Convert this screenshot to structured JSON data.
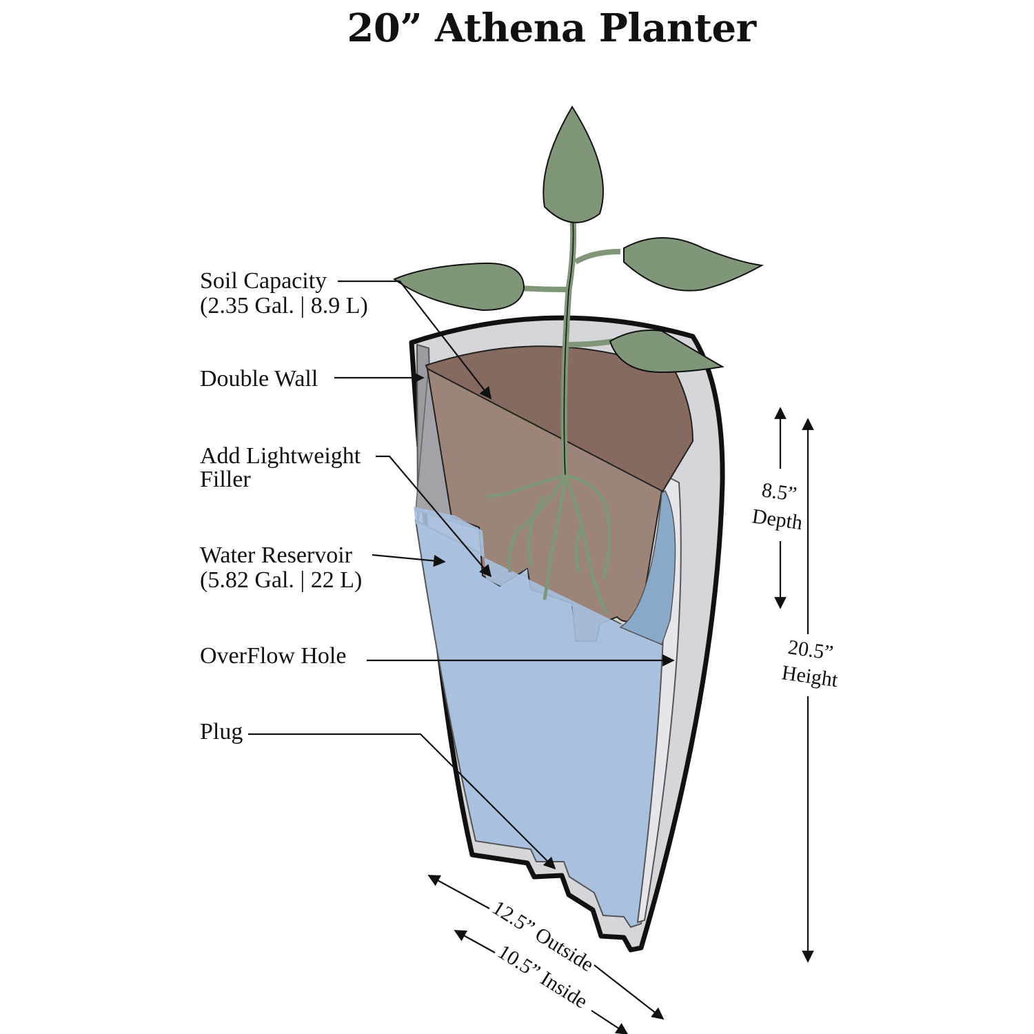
{
  "title": "20” Athena Planter",
  "callouts": {
    "soil_capacity": {
      "line1": "Soil Capacity",
      "line2": "(2.35 Gal. | 8.9 L)"
    },
    "double_wall": {
      "line1": "Double Wall"
    },
    "filler": {
      "line1": "Add Lightweight",
      "line2": "Filler"
    },
    "water_reservoir": {
      "line1": "Water Reservoir",
      "line2": "(5.82 Gal. | 22 L)"
    },
    "overflow_hole": {
      "line1": "OverFlow Hole"
    },
    "plug": {
      "line1": "Plug"
    }
  },
  "dimensions": {
    "depth": {
      "value": "8.5”",
      "label": "Depth"
    },
    "height": {
      "value": "20.5”",
      "label": "Height"
    },
    "outside": {
      "label": "12.5” Outside"
    },
    "inside": {
      "label": "10.5” Inside"
    }
  },
  "colors": {
    "soil_dark": "#866a60",
    "soil_light": "#9c8478",
    "water": "#a9c0de",
    "water_dark": "#8aa9c8",
    "wall": "#d6d6da",
    "wall_dark": "#a2a2a8",
    "leaf": "#809679",
    "outline": "#111111"
  }
}
